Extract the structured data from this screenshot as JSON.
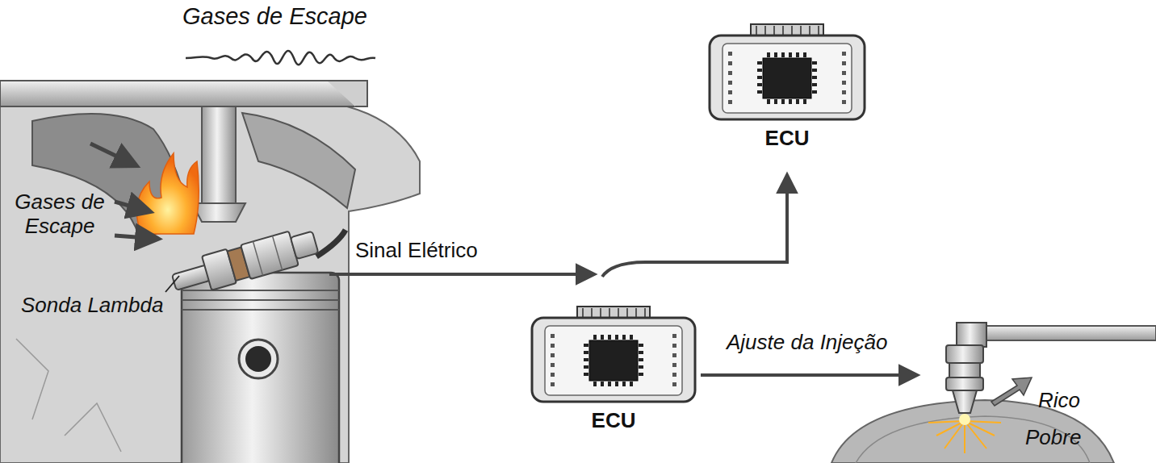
{
  "diagram": {
    "nodes": [
      {
        "text": [
          "ECU"
        ]
      },
      {
        "text": [
          "ECU"
        ]
      }
    ],
    "labels": [
      "Gases de Escape",
      "Gases de Escape",
      "Sonda Lambda",
      "Sinal Elétrico",
      "Ajuste da Injeção",
      "Rico",
      "Pobre"
    ]
  }
}
